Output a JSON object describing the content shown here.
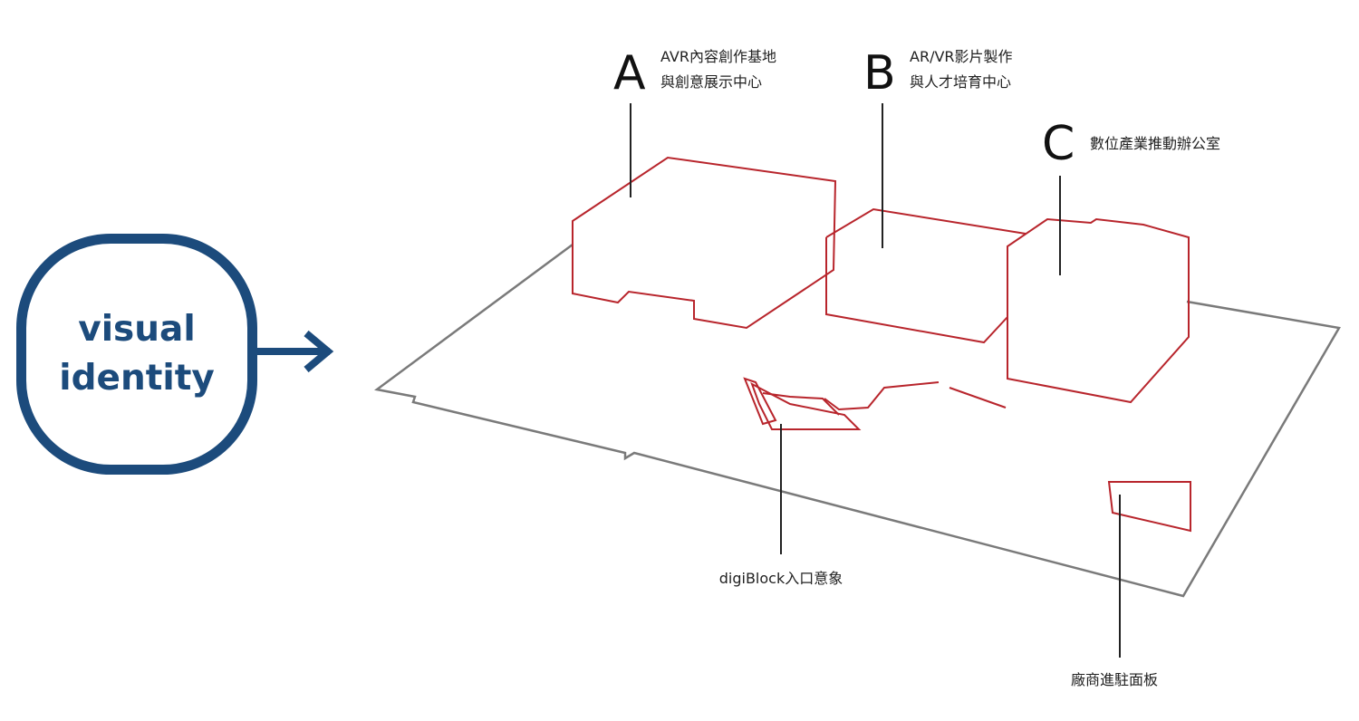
{
  "badge": {
    "line1": "visual",
    "line2": "identity"
  },
  "colors": {
    "badge": "#1c4b7c",
    "building_outline": "#b8252c",
    "ground_outline": "#7a7a7a",
    "text": "#222222"
  },
  "labels": {
    "a": {
      "letter": "A",
      "line1": "AVR內容創作基地",
      "line2": "與創意展示中心"
    },
    "b": {
      "letter": "B",
      "line1": "AR/VR影片製作",
      "line2": "與人才培育中心"
    },
    "c": {
      "letter": "C",
      "line1": "數位產業推動辦公室"
    },
    "entrance": {
      "text": "digiBlock入口意象"
    },
    "vendor": {
      "text": "廠商進駐面板"
    }
  }
}
